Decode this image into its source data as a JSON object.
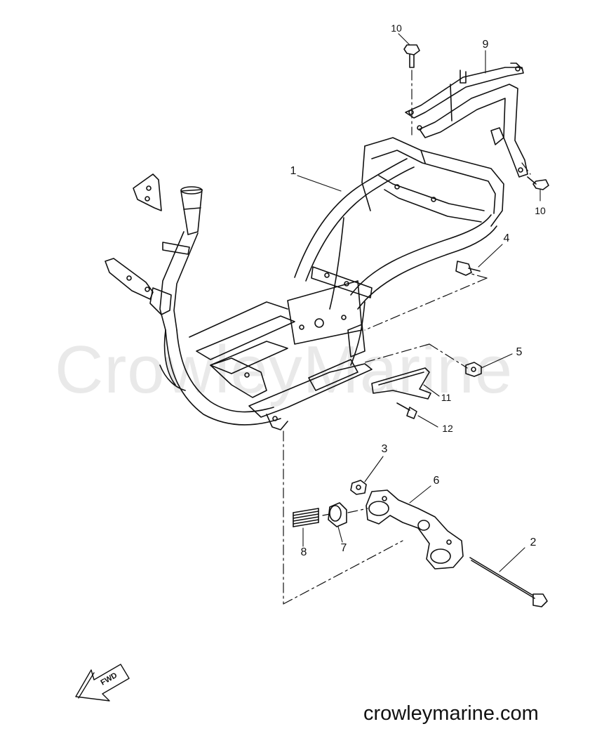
{
  "watermark": "CrowleyMarine",
  "site_url": "crowleymarine.com",
  "fwd_label": "FWD",
  "callouts": {
    "c1": "1",
    "c2": "2",
    "c3": "3",
    "c4": "4",
    "c5": "5",
    "c6": "6",
    "c7": "7",
    "c8": "8",
    "c9": "9",
    "c10a": "10",
    "c10b": "10",
    "c11": "11",
    "c12": "12"
  },
  "colors": {
    "line": "#111111",
    "watermark": "#e9e9e9"
  }
}
